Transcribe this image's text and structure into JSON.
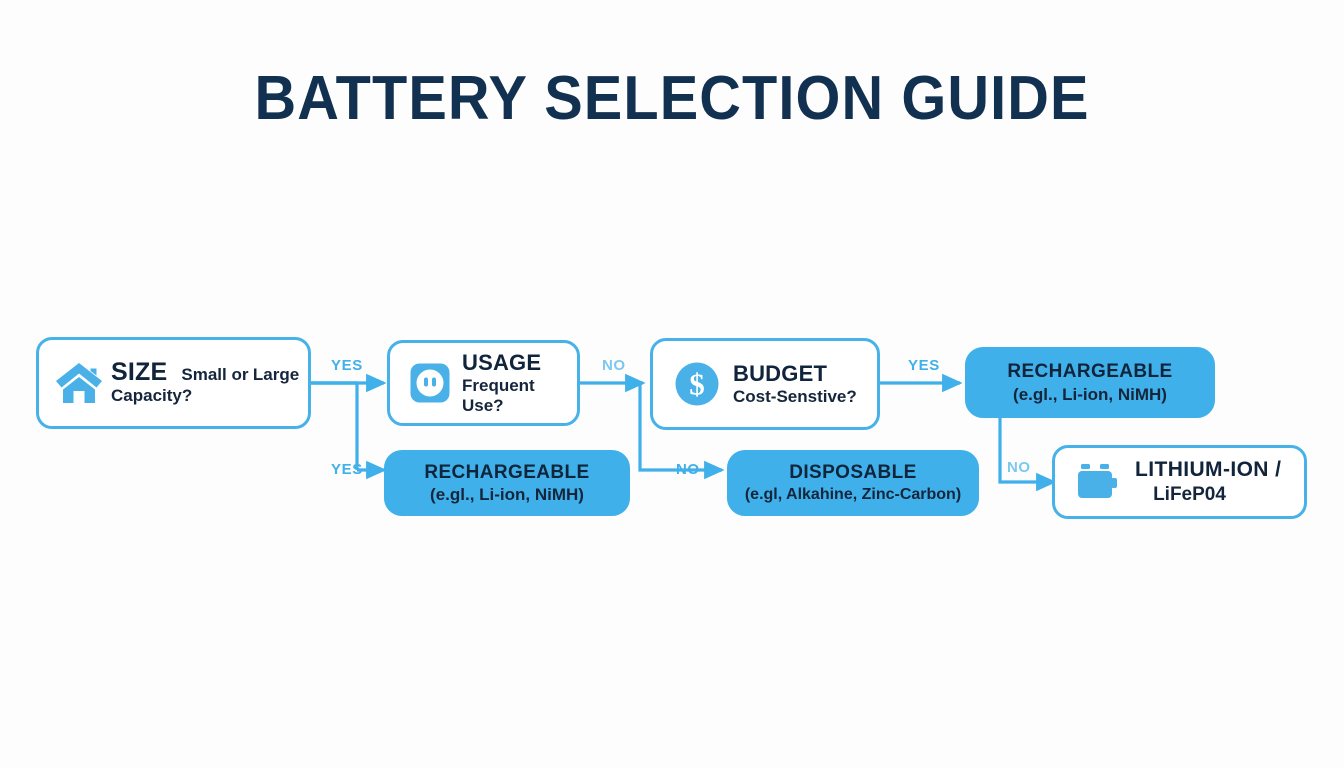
{
  "page": {
    "title": "BATTERY SELECTION GUIDE",
    "background_color": "#fdfdfe",
    "accent_color": "#3fb0e9",
    "title_color": "#12304f",
    "text_color": "#10243b"
  },
  "nodes": {
    "size": {
      "heading": "SIZE",
      "sub_line1": "Small or",
      "sub_line2": "Large Capacity?",
      "icon": "house-icon",
      "style": "outline"
    },
    "usage": {
      "heading": "USAGE",
      "sub": "Frequent Use?",
      "icon": "power-outlet-icon",
      "style": "outline"
    },
    "budget": {
      "heading": "BUDGET",
      "sub": "Cost-Senstive?",
      "icon": "dollar-circle-icon",
      "style": "outline"
    },
    "rechargeable_top": {
      "line1": "RECHARGEABLE",
      "line2": "(e.gl., Li-ion, NiMH)",
      "style": "filled"
    },
    "rechargeable_bottom": {
      "line1": "RECHARGEABLE",
      "line2": "(e.gl., Li-ion, NiMH)",
      "style": "filled"
    },
    "disposable": {
      "line1": "DISPOSABLE",
      "line2": "(e.gl, Alkahine, Zinc-Carbon)",
      "style": "filled"
    },
    "lithium": {
      "line1": "LITHIUM-ION /",
      "line2": "LiFeP04",
      "icon": "car-battery-icon",
      "style": "outline"
    }
  },
  "edges": [
    {
      "id": "size-to-usage",
      "label": "YES",
      "from": "size",
      "to": "usage"
    },
    {
      "id": "size-to-rechargeable-bottom",
      "label": "YES",
      "from": "size",
      "to": "rechargeable_bottom"
    },
    {
      "id": "usage-to-budget",
      "label": "NO",
      "from": "usage",
      "to": "budget"
    },
    {
      "id": "usage-to-disposable",
      "label": "NO",
      "from": "usage",
      "to": "disposable"
    },
    {
      "id": "budget-to-rechargeable-top",
      "label": "YES",
      "from": "budget",
      "to": "rechargeable_top"
    },
    {
      "id": "rechargeable-to-lithium",
      "label": "NO",
      "from": "rechargeable_top",
      "to": "lithium"
    }
  ]
}
